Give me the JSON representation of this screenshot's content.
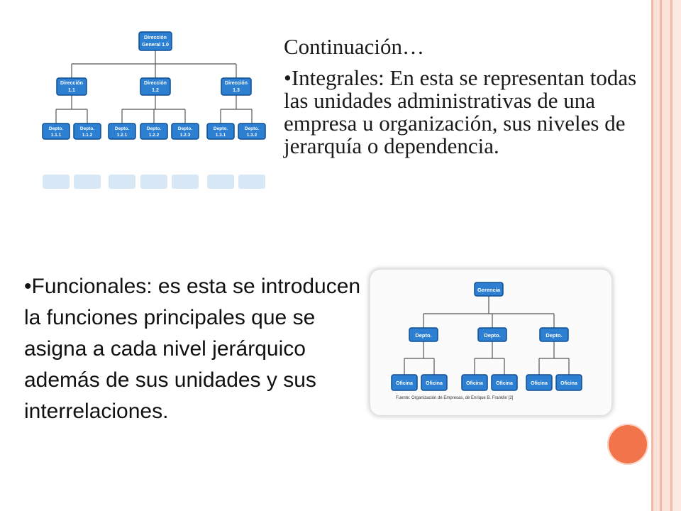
{
  "colors": {
    "accent": "#f2744a",
    "box": "#2c7fd1",
    "box_border": "#0f4f95",
    "line": "#555555"
  },
  "integrales": {
    "heading": "Continuación…",
    "text": "•Integrales: En esta se representan todas las unidades administrativas de una empresa u organización, sus niveles de jerarquía o dependencia."
  },
  "funcionales": {
    "text": "•Funcionales: es esta se introducen la funciones principales que se asigna a cada nivel jerárquico además de sus unidades y sus interrelaciones."
  },
  "org_chart_integral": {
    "root": [
      "Dirección",
      "General 1.0"
    ],
    "level2": [
      [
        "Dirección",
        "1.1"
      ],
      [
        "Dirección",
        "1.2"
      ],
      [
        "Dirección",
        "1.3"
      ]
    ],
    "level3": [
      [
        "Depto.",
        "1.1.1"
      ],
      [
        "Depto.",
        "1.1.2"
      ],
      [
        "Depto.",
        "1.2.1"
      ],
      [
        "Depto.",
        "1.2.2"
      ],
      [
        "Depto.",
        "1.2.3"
      ],
      [
        "Depto.",
        "1.3.1"
      ],
      [
        "Depto.",
        "1.3.2"
      ]
    ]
  },
  "org_chart_funcional": {
    "root": "Gerencia",
    "level2": [
      "Depto.",
      "Depto.",
      "Depto."
    ],
    "level3": [
      "Oficina",
      "Oficina",
      "Oficina",
      "Oficina",
      "Oficina",
      "Oficina"
    ],
    "source": "Fuente: Organización de Empresas, de Enrique B. Franklin [2]"
  }
}
